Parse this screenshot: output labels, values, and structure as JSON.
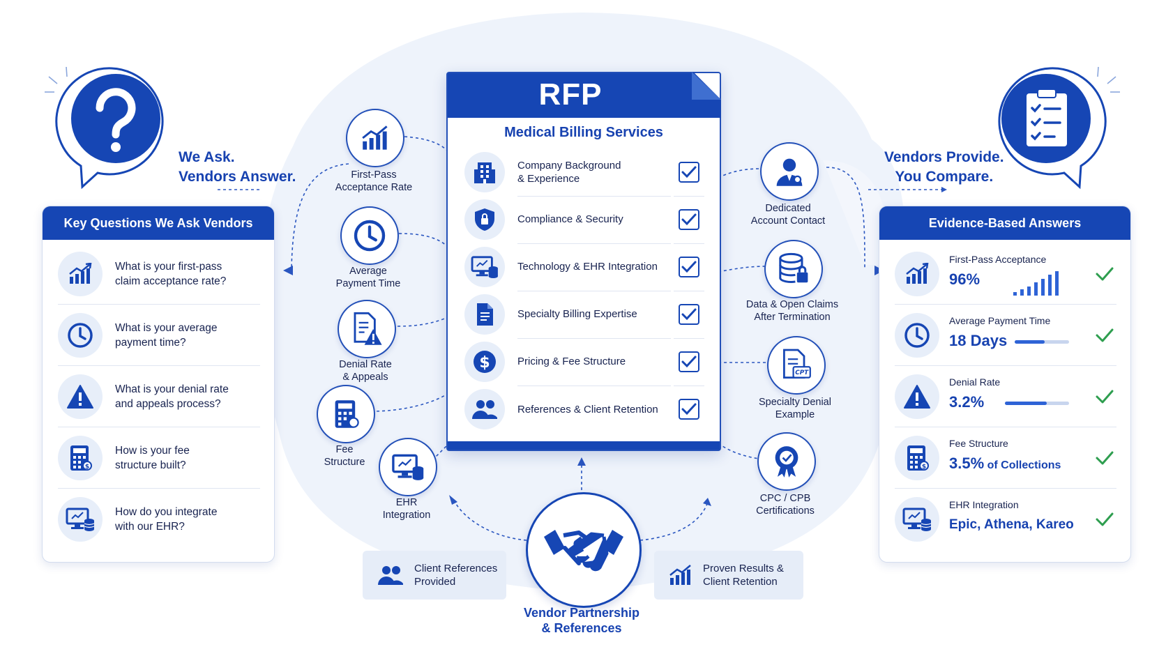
{
  "left_tagline": {
    "line1": "We Ask.",
    "line2": "Vendors Answer."
  },
  "right_tagline": {
    "line1": "Vendors Provide.",
    "line2": "You Compare."
  },
  "questions_panel": {
    "title": "Key Questions We Ask Vendors",
    "items": [
      {
        "icon": "growth-chart-icon",
        "line1": "What is your first-pass",
        "line2": "claim acceptance rate?"
      },
      {
        "icon": "clock-icon",
        "line1": "What is your average",
        "line2": "payment time?"
      },
      {
        "icon": "warning-icon",
        "line1": "What is your denial rate",
        "line2": "and appeals process?"
      },
      {
        "icon": "calculator-icon",
        "line1": "How is your fee",
        "line2": "structure built?"
      },
      {
        "icon": "ehr-monitor-icon",
        "line1": "How do you integrate",
        "line2": "with our EHR?"
      }
    ]
  },
  "answers_panel": {
    "title": "Evidence-Based Answers",
    "items": [
      {
        "icon": "growth-chart-icon",
        "label": "First-Pass Acceptance",
        "value": "96%",
        "suffix": ""
      },
      {
        "icon": "clock-icon",
        "label": "Average Payment Time",
        "value": "18 Days",
        "suffix": "",
        "bar_level": 0.55
      },
      {
        "icon": "warning-icon",
        "label": "Denial Rate",
        "value": "3.2%",
        "suffix": "",
        "bar_level": 0.65
      },
      {
        "icon": "calculator-icon",
        "label": "Fee Structure",
        "value": "3.5%",
        "suffix": " of Collections"
      },
      {
        "icon": "ehr-monitor-icon",
        "label": "EHR Integration",
        "value": "Epic, Athena, Kareo",
        "suffix": ""
      }
    ]
  },
  "rfp": {
    "title": "RFP",
    "subtitle": "Medical Billing Services",
    "items": [
      {
        "icon": "building-icon",
        "line1": "Company Background",
        "line2": "& Experience",
        "checked": true
      },
      {
        "icon": "shield-lock-icon",
        "line1": "Compliance & Security",
        "line2": "",
        "checked": true
      },
      {
        "icon": "ehr-monitor-icon",
        "line1": "Technology & EHR Integration",
        "line2": "",
        "checked": true
      },
      {
        "icon": "document-icon",
        "line1": "Specialty Billing Expertise",
        "line2": "",
        "checked": true
      },
      {
        "icon": "dollar-icon",
        "line1": "Pricing & Fee Structure",
        "line2": "",
        "checked": true
      },
      {
        "icon": "people-icon",
        "line1": "References & Client Retention",
        "line2": "",
        "checked": true
      }
    ]
  },
  "left_nodes": [
    {
      "icon": "growth-chart-icon",
      "line1": "First-Pass",
      "line2": "Acceptance Rate"
    },
    {
      "icon": "clock-icon",
      "line1": "Average",
      "line2": "Payment Time"
    },
    {
      "icon": "document-warning-icon",
      "line1": "Denial Rate",
      "line2": "& Appeals"
    },
    {
      "icon": "calculator-icon",
      "line1": "Fee",
      "line2": "Structure"
    },
    {
      "icon": "ehr-monitor-icon",
      "line1": "EHR",
      "line2": "Integration"
    }
  ],
  "right_nodes": [
    {
      "icon": "account-contact-icon",
      "line1": "Dedicated",
      "line2": "Account Contact"
    },
    {
      "icon": "database-lock-icon",
      "line1": "Data & Open Claims",
      "line2": "After Termination"
    },
    {
      "icon": "cpt-document-icon",
      "line1": "Specialty Denial",
      "line2": "Example",
      "badge": "CPT"
    },
    {
      "icon": "certification-badge-icon",
      "line1": "CPC / CPB",
      "line2": "Certifications"
    }
  ],
  "bottom": {
    "partnership": {
      "line1": "Vendor Partnership",
      "line2": "& References"
    },
    "left_pill": {
      "line1": "Client References",
      "line2": "Provided"
    },
    "right_pill": {
      "line1": "Proven Results &",
      "line2": "Client Retention"
    }
  },
  "colors": {
    "primary": "#1646b4",
    "accent_text": "#1742b0",
    "check_green": "#2e9e4f",
    "soft_fill": "#e7eef9"
  }
}
